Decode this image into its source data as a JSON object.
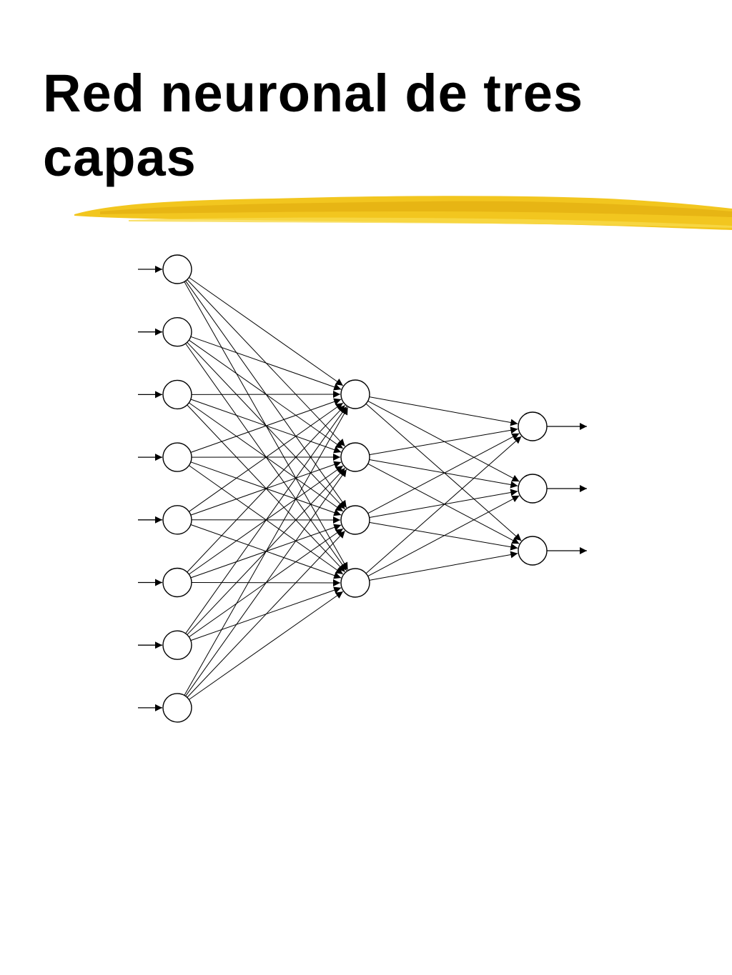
{
  "slide": {
    "title": "Red neuronal de tres capas"
  },
  "colors": {
    "underline": "#f2c61f",
    "underline_dark": "#e2ae10",
    "stroke": "#000000",
    "node_fill": "#ffffff"
  },
  "network": {
    "layers": [
      {
        "name": "input",
        "nodes": 8
      },
      {
        "name": "hidden",
        "nodes": 4
      },
      {
        "name": "output",
        "nodes": 3
      }
    ],
    "fully_connected": true,
    "input_arrows": true,
    "output_arrows": true
  }
}
